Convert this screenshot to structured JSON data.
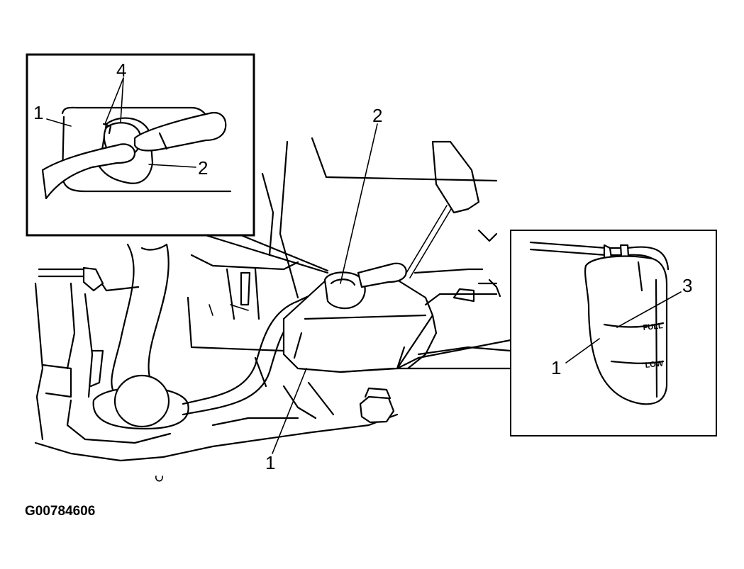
{
  "figure_id": "G00784606",
  "callouts": {
    "inset_left": {
      "reservoir": "1",
      "cap": "2",
      "arrows": "4"
    },
    "main": {
      "cap": "2",
      "reservoir": "1"
    },
    "inset_right": {
      "level_marks": "3",
      "reservoir": "1"
    }
  },
  "level_marks": {
    "full": "FULL",
    "low": "LOW"
  }
}
